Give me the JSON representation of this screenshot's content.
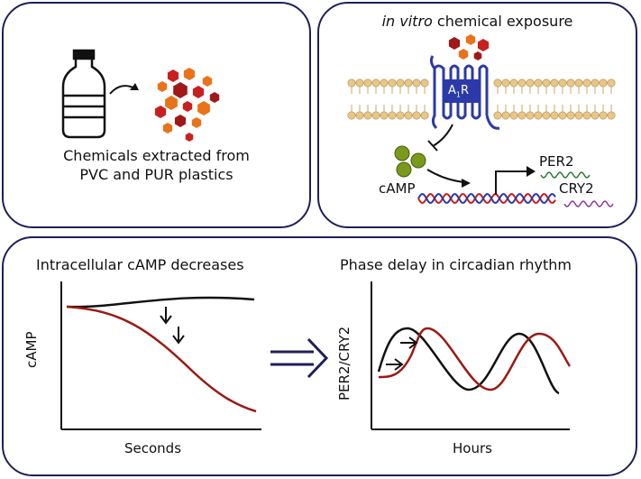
{
  "panel_extraction": {
    "caption_line1": "Chemicals extracted from",
    "caption_line2": "PVC and PUR plastics"
  },
  "panel_invitro": {
    "title_italic": "in vitro",
    "title_rest": " chemical exposure",
    "receptor_label_a": "A",
    "receptor_label_sub": "1",
    "receptor_label_r": "R",
    "camp_label": "cAMP",
    "per2_label": "PER2",
    "cry2_label": "CRY2"
  },
  "panel_results": {
    "left_title": "Intracellular cAMP decreases",
    "left_ylabel": "cAMP",
    "left_xlabel": "Seconds",
    "right_title": "Phase delay in circadian rhythm",
    "right_ylabel": "PER2/CRY2",
    "right_xlabel": "Hours"
  },
  "colors": {
    "border": "#1f1f5a",
    "hex_dark_red": "#a01818",
    "hex_red": "#c82020",
    "hex_orange": "#e8731a",
    "membrane": "#e8c68a",
    "receptor": "#2b3aa8",
    "camp_green": "#7a9a1e",
    "curve_red": "#9a1a12",
    "curve_black": "#111111",
    "per2_wave": "#2e7a2e",
    "cry2_wave": "#8a3a9a"
  }
}
